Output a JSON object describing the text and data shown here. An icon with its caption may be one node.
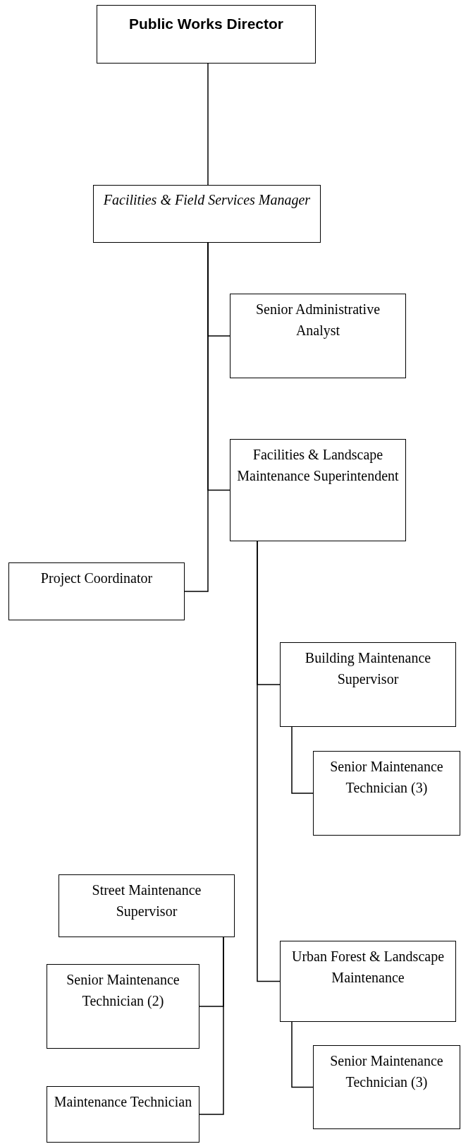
{
  "diagram": {
    "nodes": [
      {
        "text": [
          "Public Works Director"
        ]
      },
      {
        "text": [
          "Facilities & Field Services Manager"
        ]
      },
      {
        "text": [
          "Senior Administrative Analyst"
        ]
      },
      {
        "text": [
          "Facilities & Landscape Maintenance Superintendent"
        ]
      },
      {
        "text": [
          "Project Coordinator"
        ]
      },
      {
        "text": [
          "Building Maintenance Supervisor"
        ]
      },
      {
        "text": [
          "Senior Maintenance Technician (3)"
        ]
      },
      {
        "text": [
          "Street Maintenance Supervisor"
        ]
      },
      {
        "text": [
          "Senior Maintenance Technician (2)"
        ]
      },
      {
        "text": [
          "Maintenance Technician"
        ]
      },
      {
        "text": [
          "Urban Forest & Landscape Maintenance"
        ]
      },
      {
        "text": [
          "Senior Maintenance Technician (3)"
        ]
      }
    ],
    "edges": [
      {
        "from": 0,
        "to": 1,
        "arrow": "none"
      },
      {
        "from": 1,
        "to": 2,
        "arrow": "none"
      },
      {
        "from": 1,
        "to": 3,
        "arrow": "none"
      },
      {
        "from": 1,
        "to": 4,
        "arrow": "none"
      },
      {
        "from": 3,
        "to": 5,
        "arrow": "none"
      },
      {
        "from": 3,
        "to": 10,
        "arrow": "none"
      },
      {
        "from": 5,
        "to": 6,
        "arrow": "none"
      },
      {
        "from": 7,
        "to": 8,
        "arrow": "none"
      },
      {
        "from": 7,
        "to": 9,
        "arrow": "none"
      },
      {
        "from": 10,
        "to": 11,
        "arrow": "none"
      }
    ]
  }
}
